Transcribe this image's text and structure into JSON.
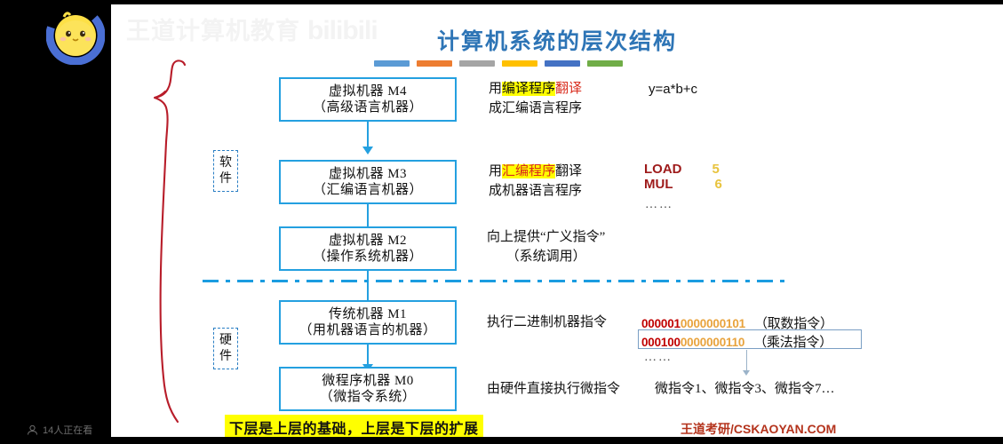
{
  "player": {
    "watching_count_label": "14人正在看",
    "watching_icon": "person-icon",
    "avatar_icon": "chick-avatar-icon"
  },
  "slide": {
    "watermark_text": "王道计算机教育",
    "watermark_brand": "bilibili",
    "title": "计算机系统的层次结构",
    "title_bar_colors": [
      "#5B9BD5",
      "#ED7D31",
      "#A5A5A5",
      "#FFC000",
      "#4472C4",
      "#70AD47"
    ],
    "side_tags": {
      "software": "软件",
      "hardware": "硬件"
    },
    "layers": [
      {
        "name": "虚拟机器 M4",
        "sub": "（高级语言机器）",
        "desc_line1_pre": "用",
        "desc_line1_hl": "编译程序",
        "desc_line1_red": "翻译",
        "desc_line2": "成汇编语言程序",
        "example": "y=a*b+c"
      },
      {
        "name": "虚拟机器 M3",
        "sub": "（汇编语言机器）",
        "desc_line1_pre": "用",
        "desc_line1_hl": "汇编程序",
        "desc_line1_red": "翻译",
        "desc_line2": "成机器语言程序",
        "code_rows": [
          {
            "op": "LOAD",
            "val": "5"
          },
          {
            "op": "MUL",
            "val": "6"
          }
        ],
        "code_ellipsis": "……"
      },
      {
        "name": "虚拟机器 M2",
        "sub": "（操作系统机器）",
        "desc_line1": "向上提供“广义指令”",
        "desc_line2": "（系统调用）"
      },
      {
        "name": "传统机器 M1",
        "sub": "（用机器语言的机器）",
        "desc_line1": "执行二进制机器指令",
        "binary_rows": [
          {
            "opcode": "000001",
            "address": "0000000101",
            "note": "（取数指令）"
          },
          {
            "opcode": "000100",
            "address": "0000000110",
            "note": "（乘法指令）"
          }
        ],
        "binary_ellipsis": "……"
      },
      {
        "name": "微程序机器 M0",
        "sub": "（微指令系统）",
        "desc_line1": "由硬件直接执行微指令",
        "micro_list": "微指令1、微指令3、微指令7…"
      }
    ],
    "banner": "下层是上层的基础，上层是下层的扩展",
    "brand": "王道考研/CSKAOYAN.COM"
  }
}
